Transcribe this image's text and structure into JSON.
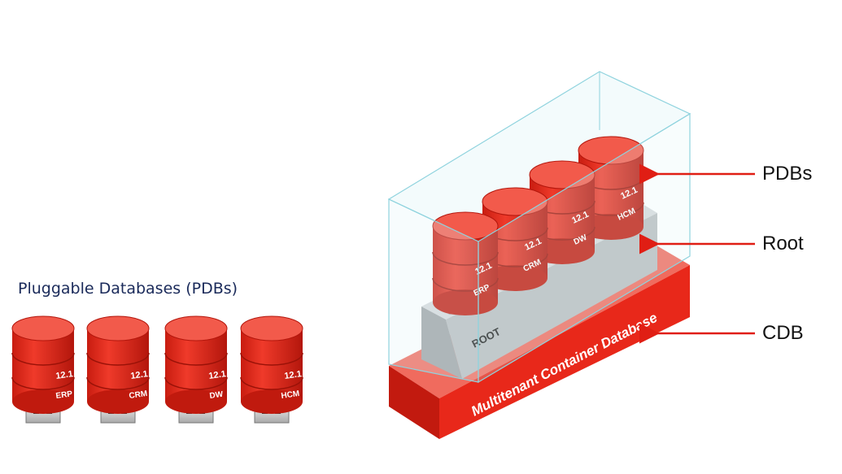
{
  "left_panel": {
    "title": "Pluggable Databases  (PDBs)",
    "pdbs": [
      {
        "version": "12.1",
        "name": "ERP"
      },
      {
        "version": "12.1",
        "name": "CRM"
      },
      {
        "version": "12.1",
        "name": "DW"
      },
      {
        "version": "12.1",
        "name": "HCM"
      }
    ]
  },
  "cdb_diagram": {
    "base_label": "Multitenant Container Database",
    "root_label": "ROOT",
    "pdbs": [
      {
        "version": "12.1",
        "name": "ERP"
      },
      {
        "version": "12.1",
        "name": "CRM"
      },
      {
        "version": "12.1",
        "name": "DW"
      },
      {
        "version": "12.1",
        "name": "HCM"
      }
    ]
  },
  "callouts": {
    "pdbs": "PDBs",
    "root": "Root",
    "cdb": "CDB"
  },
  "colors": {
    "pdb_red": "#e8281a",
    "pdb_top": "#f25a4b",
    "root_gray": "#b9bdbf",
    "arrow_red": "#e01e14",
    "glass_edge": "#8fd3de",
    "title_navy": "#1a2a5a"
  }
}
